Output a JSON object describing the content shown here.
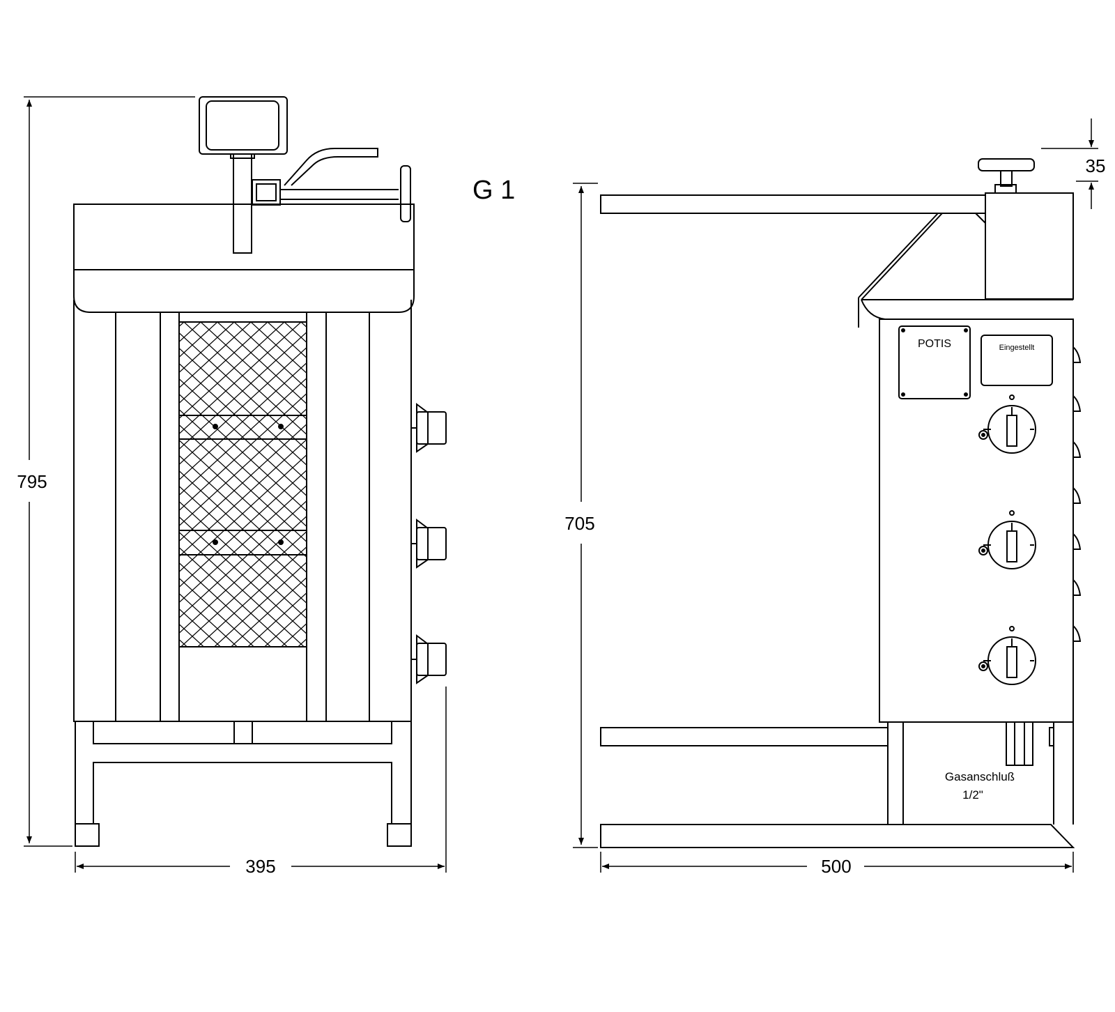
{
  "title": "G 1",
  "dimensions": {
    "front_height": "795",
    "front_width": "395",
    "side_height": "705",
    "side_width": "500",
    "handle_height": "35"
  },
  "labels": {
    "brand_plate": "POTIS",
    "set_plate": "Eingestellt",
    "gas_connection": "Gasanschluß",
    "gas_size": "1/2\""
  }
}
